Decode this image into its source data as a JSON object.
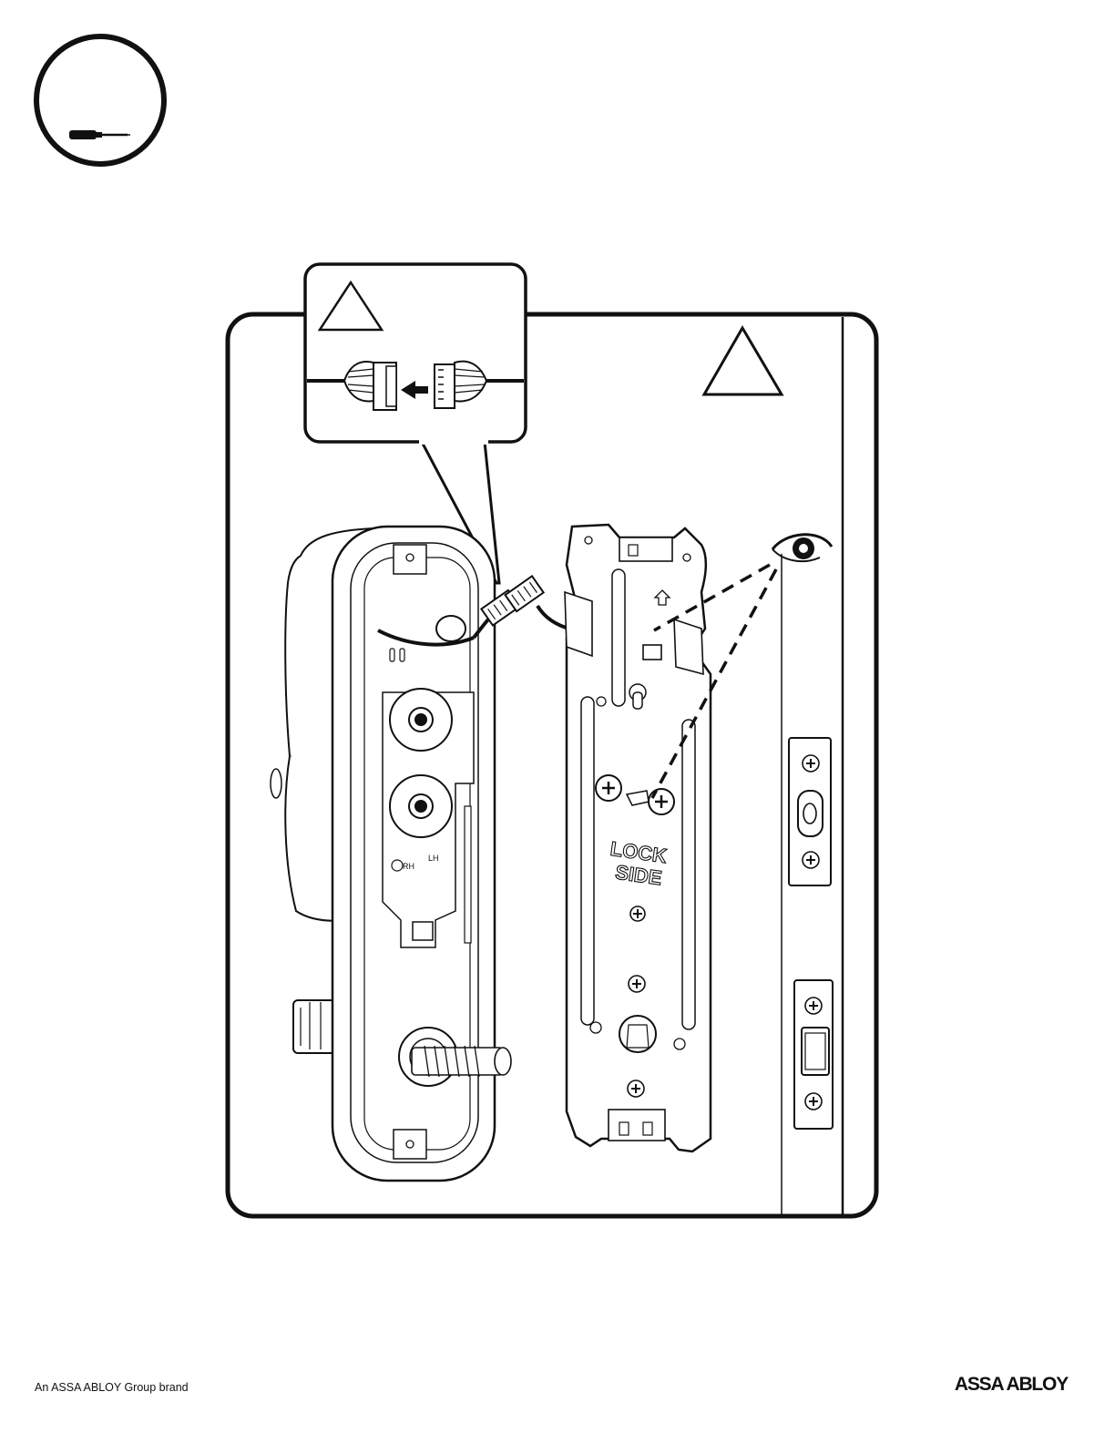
{
  "plate": {
    "line1": "LOCK",
    "line2": "SIDE"
  },
  "chassis_marks": {
    "right_hand": "RH",
    "left_hand": "LH"
  },
  "footer": {
    "brand_text": "An ASSA ABLOY Group brand",
    "logo_text": "ASSA ABLOY"
  },
  "icons": [
    "screwdriver-icon",
    "caution-triangle-icon",
    "eye-icon",
    "direction-arrow-icon"
  ],
  "colors": {
    "line": "#111111",
    "background": "#ffffff"
  }
}
